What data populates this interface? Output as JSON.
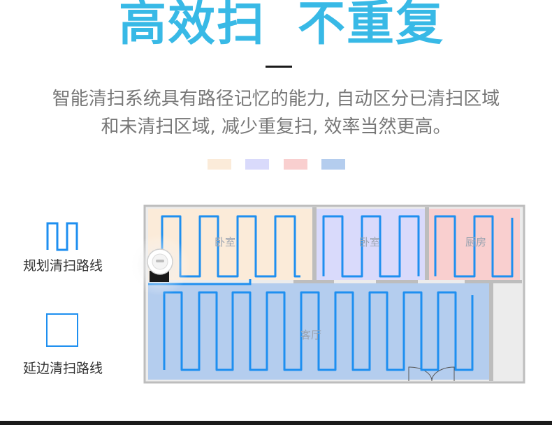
{
  "headline": {
    "part1": "高效扫",
    "part2": "不重复"
  },
  "description": {
    "line1": "智能清扫系统具有路径记忆的能力, 自动区分已清扫区域",
    "line2": "和未清扫区域, 减少重复扫, 效率当然更高。"
  },
  "swatches": [
    "#fbebd9",
    "#d9dafb",
    "#f9cfcf",
    "#b4cdee"
  ],
  "legend": {
    "planned_label": "规划清扫路线",
    "edge_label": "延边清扫路线"
  },
  "rooms": {
    "bedroom1": "卧室",
    "bedroom2": "卧室",
    "kitchen": "厨房",
    "living_room": "客厅"
  },
  "colors": {
    "accent": "#38b9e6",
    "path": "#1e8ff0",
    "wall": "#bdbdbd"
  }
}
